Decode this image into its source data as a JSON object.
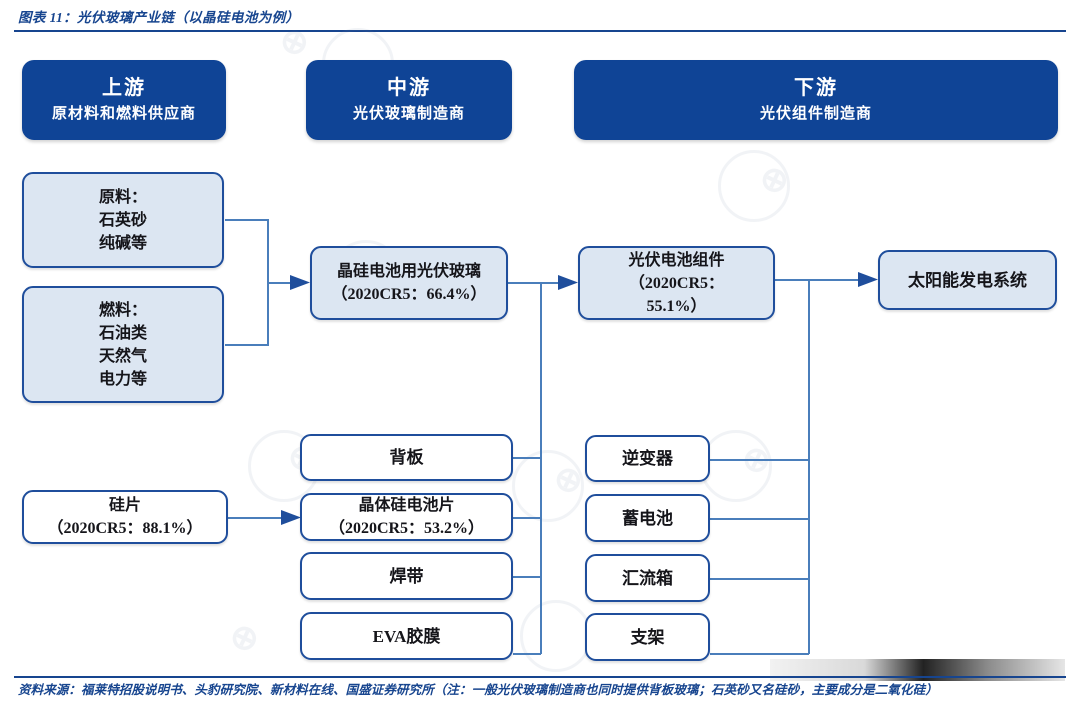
{
  "figure": {
    "title": "图表 11：光伏玻璃产业链（以晶硅电池为例）",
    "source": "资料来源：福莱特招股说明书、头豹研究院、新材料在线、国盛证券研究所（注：一般光伏玻璃制造商也同时提供背板玻璃；石英砂又名硅砂，主要成分是二氧化硅）"
  },
  "colors": {
    "brand_blue": "#17458f",
    "banner_fill": "#0f4496",
    "node_border": "#1f4e9c",
    "node_fill_light": "#dce6f2",
    "node_fill_white": "#ffffff",
    "connector": "#4a7ebb"
  },
  "banners": [
    {
      "stage": "上游",
      "desc": "原材料和燃料供应商"
    },
    {
      "stage": "中游",
      "desc": "光伏玻璃制造商"
    },
    {
      "stage": "下游",
      "desc": "光伏组件制造商"
    }
  ],
  "upstream": {
    "raw_material": "原料：\n石英砂\n纯碱等",
    "fuel": "燃料：\n石油类\n天然气\n电力等",
    "silicon_wafer": "硅片\n（2020CR5：88.1%）"
  },
  "midstream": {
    "pv_glass": "晶硅电池用光伏玻璃\n（2020CR5：66.4%）",
    "components": [
      "背板",
      "晶体硅电池片\n（2020CR5：53.2%）",
      "焊带",
      "EVA胶膜"
    ]
  },
  "downstream": {
    "pv_module": "光伏电池组件\n（2020CR5：\n55.1%）",
    "solar_system": "太阳能发电系统",
    "components": [
      "逆变器",
      "蓄电池",
      "汇流箱",
      "支架"
    ]
  },
  "chart_data": {
    "type": "diagram",
    "title": "光伏玻璃产业链（以晶硅电池为例）",
    "nodes": [
      {
        "id": "raw",
        "label": "原料：石英砂 纯碱等",
        "stage": "上游"
      },
      {
        "id": "fuel",
        "label": "燃料：石油类 天然气 电力等",
        "stage": "上游"
      },
      {
        "id": "wafer",
        "label": "硅片（2020CR5：88.1%）",
        "stage": "上游",
        "cr5": 88.1
      },
      {
        "id": "glass",
        "label": "晶硅电池用光伏玻璃（2020CR5：66.4%）",
        "stage": "中游",
        "cr5": 66.4
      },
      {
        "id": "backsheet",
        "label": "背板",
        "stage": "中游"
      },
      {
        "id": "cell",
        "label": "晶体硅电池片（2020CR5：53.2%）",
        "stage": "中游",
        "cr5": 53.2
      },
      {
        "id": "ribbon",
        "label": "焊带",
        "stage": "中游"
      },
      {
        "id": "eva",
        "label": "EVA胶膜",
        "stage": "中游"
      },
      {
        "id": "module",
        "label": "光伏电池组件（2020CR5：55.1%）",
        "stage": "下游",
        "cr5": 55.1
      },
      {
        "id": "inverter",
        "label": "逆变器",
        "stage": "下游"
      },
      {
        "id": "battery",
        "label": "蓄电池",
        "stage": "下游"
      },
      {
        "id": "combiner",
        "label": "汇流箱",
        "stage": "下游"
      },
      {
        "id": "mount",
        "label": "支架",
        "stage": "下游"
      },
      {
        "id": "system",
        "label": "太阳能发电系统",
        "stage": "下游"
      }
    ],
    "edges": [
      {
        "from": "raw",
        "to": "glass"
      },
      {
        "from": "fuel",
        "to": "glass"
      },
      {
        "from": "glass",
        "to": "module"
      },
      {
        "from": "backsheet",
        "to": "module"
      },
      {
        "from": "cell",
        "to": "module"
      },
      {
        "from": "ribbon",
        "to": "module"
      },
      {
        "from": "eva",
        "to": "module"
      },
      {
        "from": "wafer",
        "to": "cell"
      },
      {
        "from": "module",
        "to": "system"
      },
      {
        "from": "inverter",
        "to": "system"
      },
      {
        "from": "battery",
        "to": "system"
      },
      {
        "from": "combiner",
        "to": "system"
      },
      {
        "from": "mount",
        "to": "system"
      }
    ]
  }
}
